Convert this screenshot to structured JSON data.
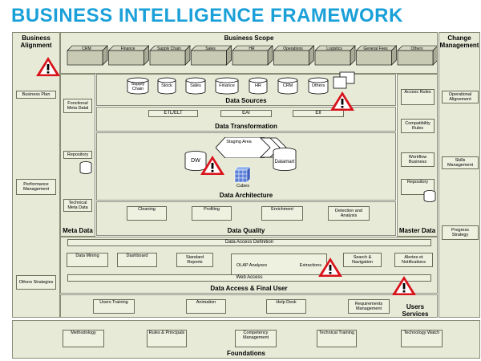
{
  "title": "BUSINESS INTELLIGENCE FRAMEWORK",
  "business_alignment": {
    "header_line1": "Business",
    "header_line2": "Alignment",
    "items": [
      "Business Plan",
      "Performance Management",
      "Others Strategies"
    ]
  },
  "change_management": {
    "header_line1": "Change",
    "header_line2": "Management",
    "items": [
      "Operational Alignement",
      "Skills Management",
      "Progress Strategy"
    ]
  },
  "business_scope": {
    "header": "Business Scope",
    "items": [
      "CRM",
      "Finance",
      "Supply Chain",
      "Sales",
      "HR",
      "Operations",
      "Logistics",
      "General Fees",
      "Others"
    ]
  },
  "meta_data": {
    "header": "Meta Data",
    "items": [
      "Fonctional Meta Datal",
      "Repository",
      "Technical Meta Data"
    ]
  },
  "data_sources": {
    "header": "Data Sources",
    "items": [
      "Supply Chain",
      "Stock",
      "Sales",
      "Finance",
      "HR",
      "CRM",
      "Others"
    ]
  },
  "data_transformation": {
    "header": "Data Transformation",
    "items": [
      "ETL/ELT",
      "EAI",
      "EII"
    ]
  },
  "data_architecture": {
    "header": "Data Architecture",
    "staging": "Staging Area",
    "dw": "DW",
    "datamart": "Datamart",
    "cubes": "Cubes"
  },
  "data_quality": {
    "header": "Data Quality",
    "items": [
      "Cleaning",
      "Profiling",
      "Enrichment",
      "Detection and Analysis"
    ]
  },
  "master_data": {
    "header": "Master Data",
    "items": [
      "Access Rules",
      "Compatibility Rules",
      "Workflow Business",
      "Repository"
    ]
  },
  "data_access": {
    "header": "Data Access & Final User",
    "definition": "Data Access Definition",
    "items": [
      "Data Mining",
      "Dashboard",
      "Standard Reports",
      "Search & Navigation",
      "Alertes et Notifications"
    ],
    "olap": "OLAP Analyses",
    "extractions": "Extractions",
    "web_access": "Web Access"
  },
  "users_services": {
    "header": "Users Services",
    "items": [
      "Users Training",
      "Animation",
      "Help Desk",
      "Requirements Management"
    ]
  },
  "foundations": {
    "header": "Foundations",
    "items": [
      "Methodology",
      "Rules & Principals",
      "Competency Management",
      "Technical Training",
      "Technology Watch"
    ]
  },
  "colors": {
    "title": "#1aa0d8",
    "panel": "#e8ead8",
    "warning": "#d8131b"
  },
  "icons": [
    "warning-icon",
    "database-icon",
    "cube-icon",
    "document-icon"
  ]
}
